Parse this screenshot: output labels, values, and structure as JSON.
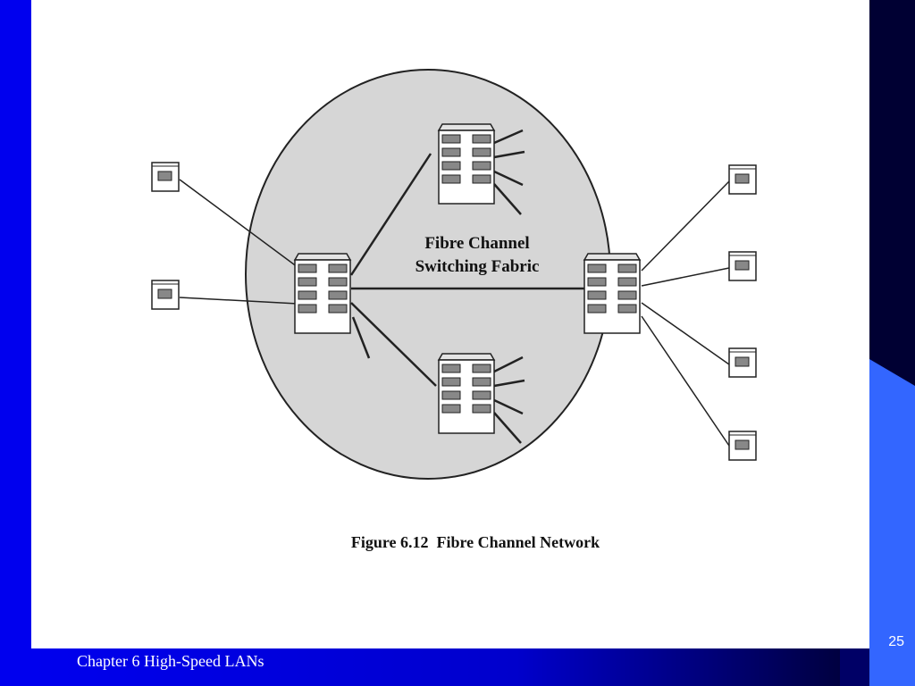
{
  "slide": {
    "footer_title": "Chapter 6 High-Speed LANs",
    "slide_number": "25",
    "colors": {
      "primary_blue": "#0000ee",
      "dark_navy": "#000033",
      "light_blue": "#3366ff",
      "panel": "#ffffff",
      "fabric_fill": "#d6d6d6"
    }
  },
  "figure": {
    "fabric_label_line1": "Fibre Channel",
    "fabric_label_line2": "Switching Fabric",
    "caption": "Figure 6.12  Fibre Channel Network"
  }
}
